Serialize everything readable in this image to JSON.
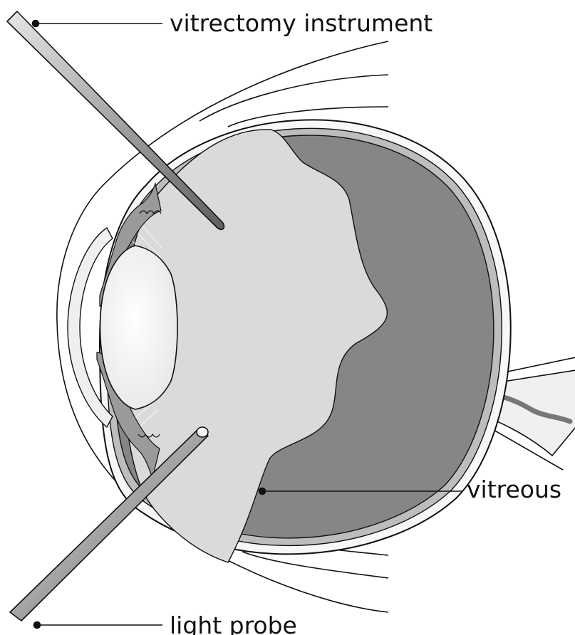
{
  "labels": {
    "vitrectomy_instrument": "vitrectomy instrument",
    "light_probe": "light probe",
    "vitreous": "vitreous"
  },
  "colors": {
    "outline": "#111111",
    "vitreous_dark": "#858687",
    "vitreous_light": "#d9dadb",
    "lens": "#f4f4f4",
    "instrument": "#9a9a9a"
  }
}
